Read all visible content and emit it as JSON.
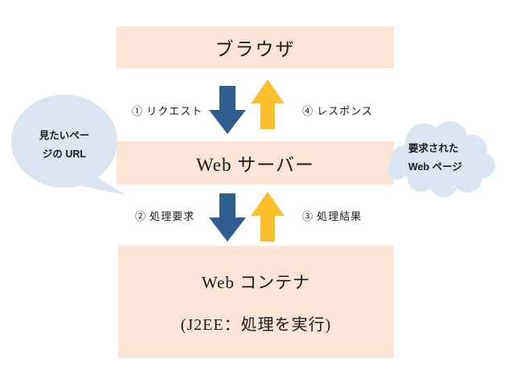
{
  "colors": {
    "box_fill": "#fce4d6",
    "blue_arrow": "#2f5d8e",
    "yellow_arrow": "#fcc02f",
    "bubble_fill": "#dbe5f2",
    "text": "#1a1a1a"
  },
  "boxes": {
    "browser": {
      "label": "ブラウザ"
    },
    "server": {
      "label": "Web サーバー"
    },
    "container": {
      "label": "Web コンテナ",
      "sublabel": "(J2EE：処理を実行)"
    }
  },
  "flows": {
    "request": "① リクエスト",
    "response": "④ レスポンス",
    "process_request": "② 処理要求",
    "process_result": "③ 処理結果"
  },
  "bubbles": {
    "left": {
      "line1": "見たいペー",
      "line2": "ジの URL"
    },
    "right": {
      "line1": "要求された",
      "line2": "Web ページ"
    }
  }
}
